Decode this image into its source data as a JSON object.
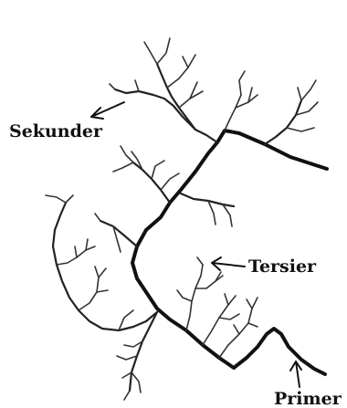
{
  "labels": {
    "secondary": "Sekunder",
    "tertiary": "Tersier",
    "primary": "Primer"
  }
}
